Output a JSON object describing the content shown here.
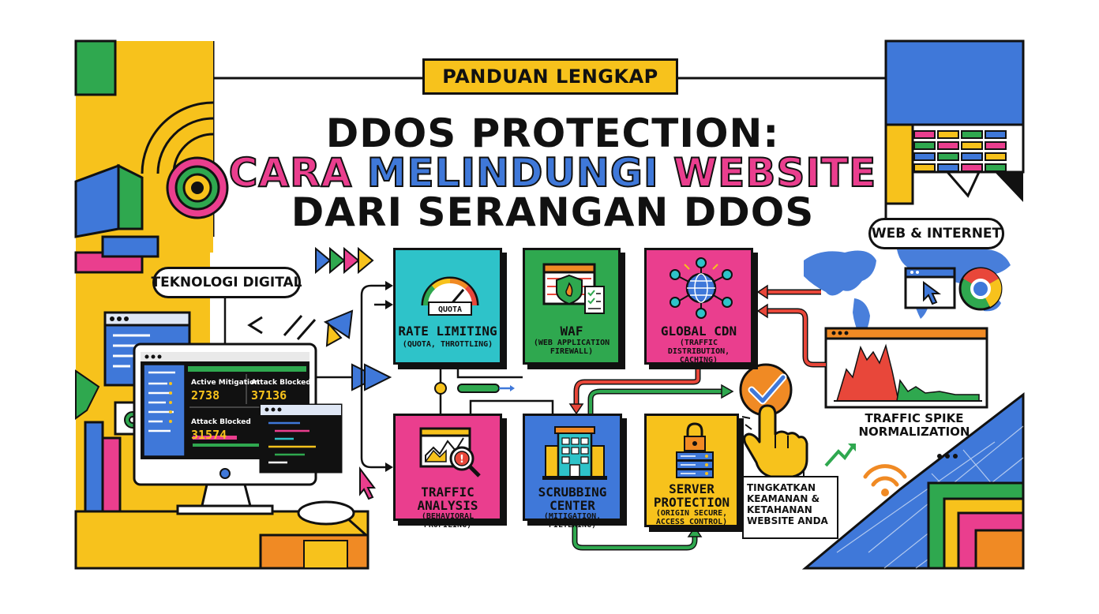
{
  "header": {
    "badge": "PANDUAN LENGKAP",
    "title_line1": "DDOS PROTECTION:",
    "title_line2_parts": [
      "CARA",
      "MELINDUNGI",
      "WEBSITE"
    ],
    "title_line3": "DARI SERANGAN DDOS"
  },
  "tags": {
    "left": "TEKNOLOGI DIGITAL",
    "right": "WEB & INTERNET"
  },
  "monitor": {
    "stats": [
      {
        "label": "Active Mitigation",
        "value": "2738"
      },
      {
        "label": "Attack Blocked",
        "value": "37136"
      },
      {
        "label": "Attack Blocked",
        "value": "31574"
      }
    ]
  },
  "boxes": [
    {
      "title": "RATE LIMITING",
      "subtitle": "(QUOTA, THROTTLING)",
      "icon": "gauge-icon",
      "icon_text": "QUOTA",
      "color": "#2ec3c9"
    },
    {
      "title": "WAF",
      "subtitle": "(WEB APPLICATION FIREWALL)",
      "icon": "firewall-icon",
      "color": "#2fa84f"
    },
    {
      "title": "GLOBAL CDN",
      "subtitle": "(TRAFFIC DISTRIBUTION, CACHING)",
      "icon": "globe-network-icon",
      "color": "#ea3e8e"
    },
    {
      "title": "TRAFFIC ANALYSIS",
      "subtitle": "(BEHAVIORAL PROFILING)",
      "icon": "chart-magnifier-icon",
      "color": "#ea3e8e"
    },
    {
      "title": "SCRUBBING CENTER",
      "subtitle": "(MITIGATION, FILTERING)",
      "icon": "building-icon",
      "color": "#3f78d9"
    },
    {
      "title": "SERVER PROTECTION",
      "subtitle": "(ORIGIN SECURE, ACCESS CONTROL)",
      "icon": "server-lock-icon",
      "color": "#f7c21c"
    }
  ],
  "right_panel": {
    "spike_label": "TRAFFIC SPIKE NORMALIZATION",
    "cta": "TINGKATKAN KEAMANAN & KETAHANAN WEBSITE ANDA"
  },
  "colors": {
    "yellow": "#f7c21c",
    "pink": "#ea3e8e",
    "blue": "#3f78d9",
    "green": "#2fa84f",
    "teal": "#2ec3c9",
    "red": "#e8473a",
    "orange": "#f08a24"
  }
}
